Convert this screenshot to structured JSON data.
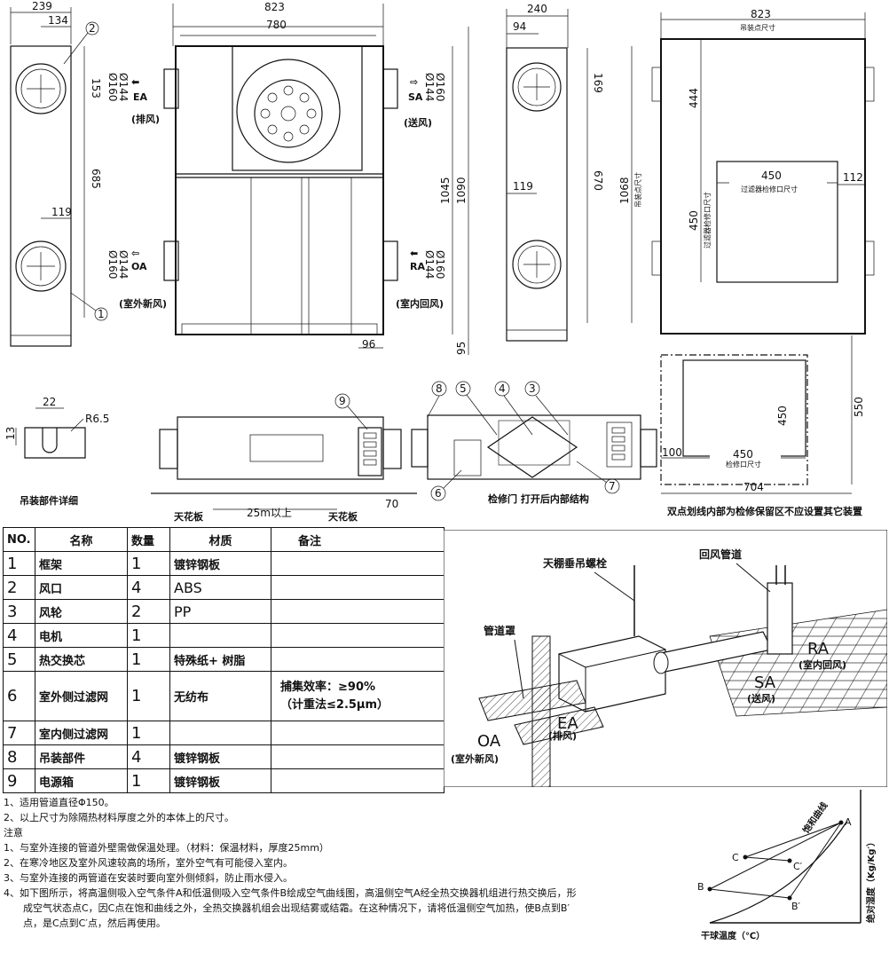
{
  "front_view": {
    "dim_width_outer": "823",
    "dim_width_inner": "780",
    "dim_height_1045": "1045",
    "dim_height_1090": "1090",
    "dim_96": "96",
    "dim_95": "95",
    "port_ea": {
      "code": "EA",
      "label": "(排风)",
      "dia_outer": "Ø160",
      "dia_inner": "Ø144"
    },
    "port_sa": {
      "code": "SA",
      "label": "(送风)",
      "dia_outer": "Ø160",
      "dia_inner": "Ø144"
    },
    "port_oa": {
      "code": "OA",
      "label": "(室外新风)",
      "dia_outer": "Ø160",
      "dia_inner": "Ø144"
    },
    "port_ra": {
      "code": "RA",
      "label": "(室内回风)",
      "dia_outer": "Ø160",
      "dia_inner": "Ø144"
    }
  },
  "left_view": {
    "dim_239": "239",
    "dim_134": "134",
    "dim_153": "153",
    "dim_685": "685",
    "dim_119": "119",
    "callout_2": "2",
    "callout_1": "1"
  },
  "right_view": {
    "dim_240": "240",
    "dim_94": "94",
    "dim_169": "169",
    "dim_670": "670",
    "dim_119": "119"
  },
  "top_view": {
    "dim_823": "823",
    "hang_label": "吊装点尺寸",
    "dim_444": "444",
    "dim_1068": "1068",
    "dim_1068_label": "吊装点尺寸",
    "dim_450_w": "450",
    "dim_112": "112",
    "filter_label": "过滤器检修口尺寸",
    "dim_450_h": "450",
    "filter_label_v": "过滤器检修口尺寸"
  },
  "hanger_detail": {
    "dim_22": "22",
    "dim_r": "R6.5",
    "dim_13": "13",
    "caption": "吊装部件详细"
  },
  "ceiling_view": {
    "ceiling_left": "天花板",
    "ceiling_right": "天花板",
    "dim_25": "25m以上",
    "dim_70": "70",
    "callout_9": "9"
  },
  "internal_view": {
    "callouts": [
      "8",
      "5",
      "4",
      "3",
      "6",
      "7"
    ],
    "caption": "检修门 打开后内部结构"
  },
  "service_area": {
    "dim_450_w": "450",
    "dim_450_h": "450",
    "dim_100": "100",
    "dim_550": "550",
    "dim_704": "704",
    "access_label": "检修口尺寸",
    "caption": "双点划线内部为检修保留区不应设置其它装置"
  },
  "parts_table": {
    "headers": [
      "NO.",
      "名称",
      "数量",
      "材质",
      "备注"
    ],
    "rows": [
      {
        "no": "1",
        "name": "框架",
        "qty": "1",
        "material": "镀锌钢板",
        "note": ""
      },
      {
        "no": "2",
        "name": "风口",
        "qty": "4",
        "material": "ABS",
        "note": ""
      },
      {
        "no": "3",
        "name": "风轮",
        "qty": "2",
        "material": "PP",
        "note": ""
      },
      {
        "no": "4",
        "name": "电机",
        "qty": "1",
        "material": "",
        "note": ""
      },
      {
        "no": "5",
        "name": "热交换芯",
        "qty": "1",
        "material": "特殊纸+ 树脂",
        "note": ""
      },
      {
        "no": "6",
        "name": "室外侧过滤网",
        "qty": "1",
        "material": "无纺布",
        "note": "捕集效率：≥90%",
        "note2": "（计重法≤2.5μm）"
      },
      {
        "no": "7",
        "name": "室内侧过滤网",
        "qty": "1",
        "material": "",
        "note": ""
      },
      {
        "no": "8",
        "name": "吊装部件",
        "qty": "4",
        "material": "镀锌钢板",
        "note": ""
      },
      {
        "no": "9",
        "name": "电源箱",
        "qty": "1",
        "material": "镀锌钢板",
        "note": ""
      }
    ]
  },
  "install_diagram": {
    "bolt_label": "天棚垂吊螺栓",
    "return_duct_label": "回风管道",
    "duct_cover_label": "管道罩",
    "ra_code": "RA",
    "ra_label": "(室内回风)",
    "sa_code": "SA",
    "sa_label": "(送风)",
    "ea_code": "EA",
    "ea_label": "(排风)",
    "oa_code": "OA",
    "oa_label": "(室外新风)"
  },
  "notes": {
    "line1": "1、适用管道直径Φ150。",
    "line2": "2、以上尺寸为除隔热材料厚度之外的本体上的尺寸。",
    "heading": "注意",
    "n1": "1、与室外连接的管道外壁需做保温处理。（材料：保温材料，厚度25mm）",
    "n2": "2、在寒冷地区及室外风速较高的场所，室外空气有可能侵入室内。",
    "n3": "3、与室外连接的两管道在安装时要向室外侧倾斜，防止雨水侵入。",
    "n4a": "4、如下图所示，将高温侧吸入空气条件A和低温侧吸入空气条件B绘成空气曲线图，高温侧空气A经全热交换器机组进行热交换后，形",
    "n4b": "成空气状态点C，因C点在饱和曲线之外，全热交换器机组会出现结雾或结霜。在这种情况下，请将低温侧空气加热，使B点到B′",
    "n4c": "点，是C点到C′点，然后再使用。"
  },
  "psychro_chart": {
    "saturation_label": "饱和曲线",
    "y_axis": "绝对湿度（Kg/Kg′）",
    "x_axis": "干球温度（℃）",
    "points": [
      "A",
      "C",
      "C′",
      "B",
      "B′"
    ]
  }
}
